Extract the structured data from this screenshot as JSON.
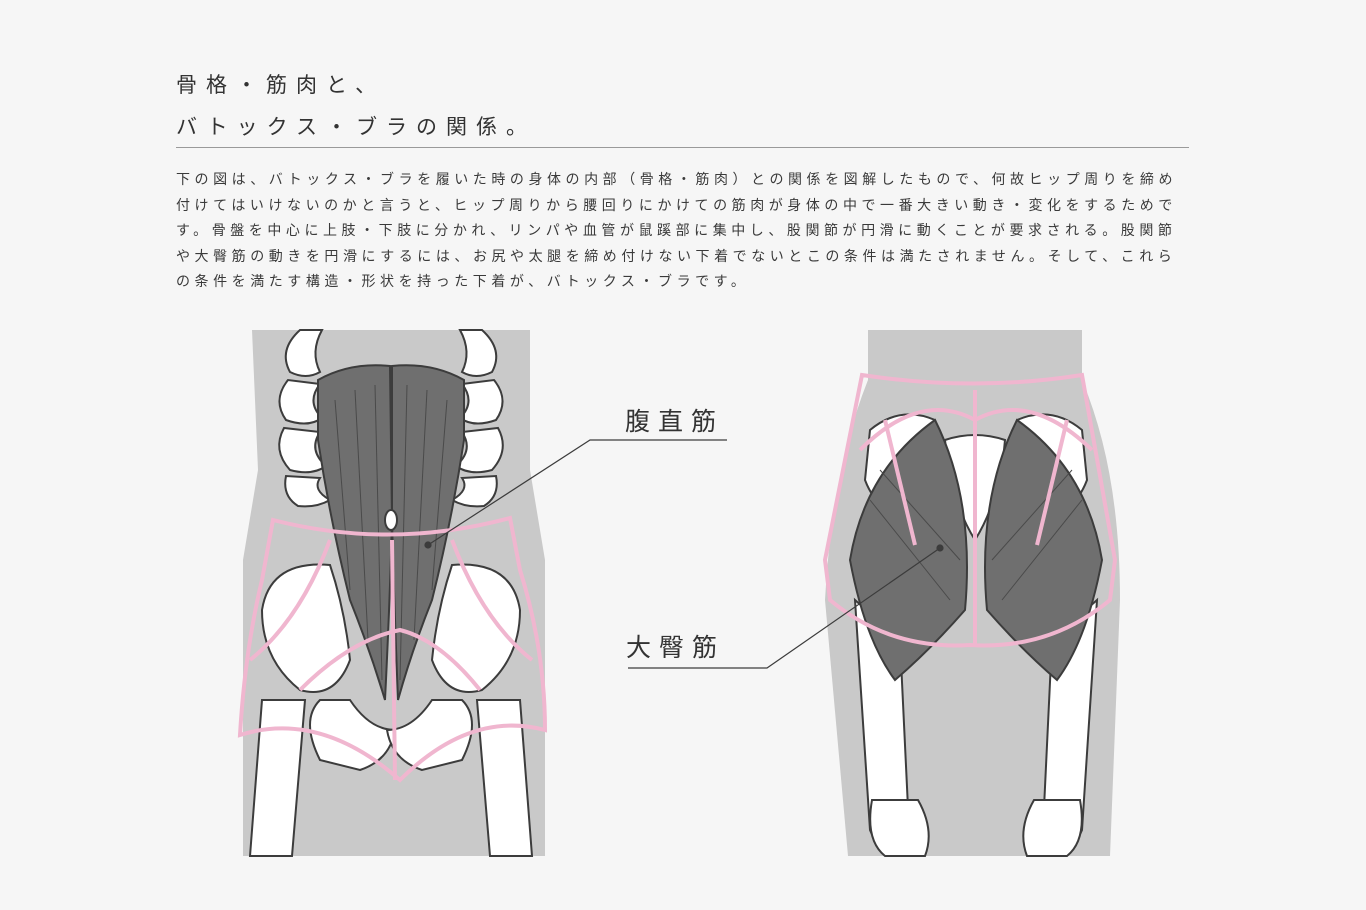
{
  "heading": {
    "line1": "骨格・筋肉と、",
    "line2": "バトックス・ブラの関係。"
  },
  "description": "下の図は、バトックス・ブラを履いた時の身体の内部（骨格・筋肉）との関係を図解したもので、何故ヒップ周りを締め付けてはいけないのかと言うと、ヒップ周りから腰回りにかけての筋肉が身体の中で一番大きい動き・変化をするためです。骨盤を中心に上肢・下肢に分かれ、リンパや血管が鼠蹊部に集中し、股関節が円滑に動くことが要求される。股関節や大臀筋の動きを円滑にするには、お尻や太腿を締め付けない下着でないとこの条件は満たされません。そして、これらの条件を満たす構造・形状を持った下着が、バトックス・ブラです。",
  "labels": {
    "front_muscle": "腹直筋",
    "back_muscle": "大臀筋"
  },
  "colors": {
    "background": "#f6f6f6",
    "body_gray": "#c8c8c8",
    "muscle_gray": "#6f6f6f",
    "bone_white": "#ffffff",
    "garment_pink": "#f0b6cf",
    "outline": "#3c3c3c"
  }
}
